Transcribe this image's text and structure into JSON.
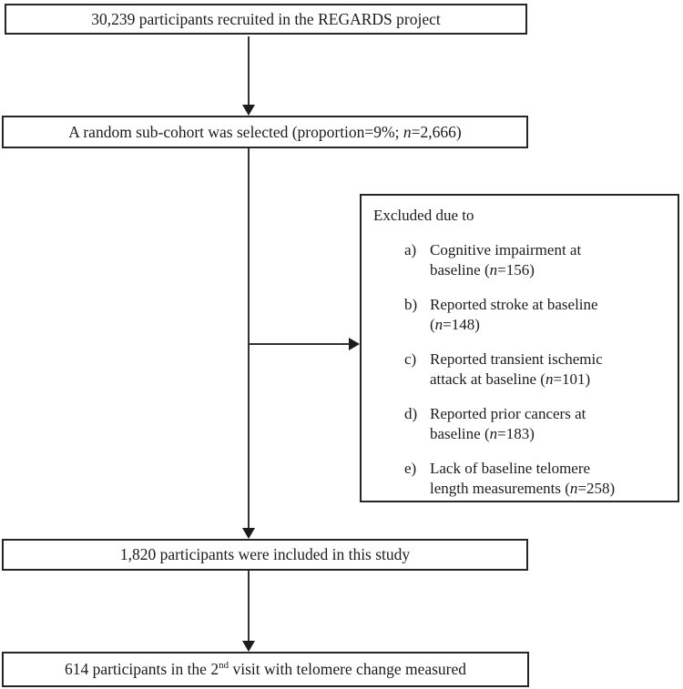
{
  "figure": {
    "background": "#ffffff",
    "line_color": "#333333",
    "text_color": "#1c1c1c"
  },
  "boxes": {
    "recruited": {
      "text": "30,239 participants recruited in the REGARDS project"
    },
    "subcohort": {
      "text_pre": "A random sub-cohort was selected (proportion=9%; ",
      "n_symbol": "n",
      "text_post": "=2,666)"
    },
    "included": {
      "text": "1,820 participants were included in this study"
    },
    "second_visit": {
      "text_pre": "614 participants in the 2",
      "ordinal_suffix": "nd",
      "text_post": " visit with telomere change measured"
    }
  },
  "exclusion_box": {
    "title": "Excluded due to",
    "items": [
      {
        "label": "a)",
        "line1": "Cognitive impairment at",
        "line2_pre": "baseline (",
        "n_symbol": "n",
        "line2_post": "=156)"
      },
      {
        "label": "b)",
        "line1": "Reported stroke at baseline",
        "line2_pre": "(",
        "n_symbol": "n",
        "line2_post": "=148)"
      },
      {
        "label": "c)",
        "line1": "Reported transient ischemic",
        "line2_pre": "attack at baseline (",
        "n_symbol": "n",
        "line2_post": "=101)"
      },
      {
        "label": "d)",
        "line1": "Reported prior cancers at",
        "line2_pre": "baseline (",
        "n_symbol": "n",
        "line2_post": "=183)"
      },
      {
        "label": "e)",
        "line1": "Lack of baseline telomere",
        "line2_pre": "length measurements (",
        "n_symbol": "n",
        "line2_post": "=258)"
      }
    ]
  }
}
